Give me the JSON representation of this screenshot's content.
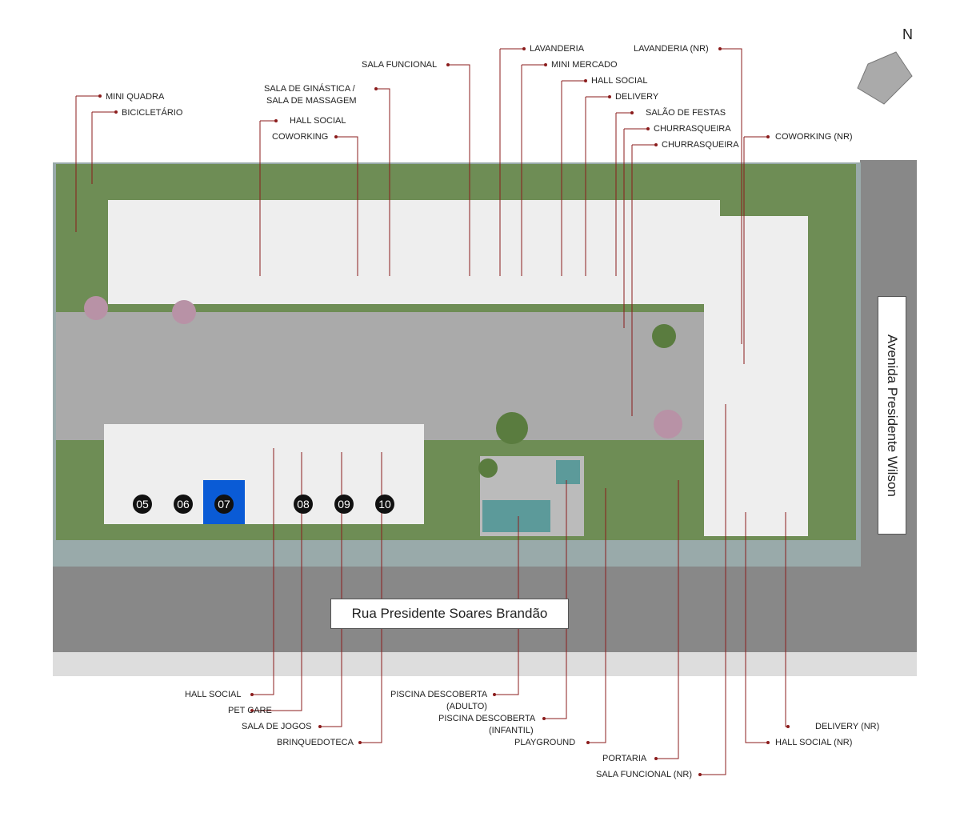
{
  "compass": "N",
  "streets": {
    "south": "Rua Presidente Soares Brandão",
    "east": "Avenida Presidente Wilson"
  },
  "units": [
    "05",
    "06",
    "07",
    "08",
    "09",
    "10"
  ],
  "highlighted_unit": "07",
  "labels_top": [
    "MINI QUADRA",
    "BICICLETÁRIO",
    "SALA DE GINÁSTICA /",
    "SALA DE MASSAGEM",
    "HALL SOCIAL",
    "COWORKING",
    "SALA FUNCIONAL",
    "LAVANDERIA",
    "MINI MERCADO",
    "HALL SOCIAL",
    "DELIVERY",
    "SALÃO DE FESTAS",
    "CHURRASQUEIRA",
    "CHURRASQUEIRA",
    "LAVANDERIA (NR)",
    "COWORKING (NR)"
  ],
  "labels_bottom": [
    "HALL SOCIAL",
    "PET CARE",
    "SALA DE JOGOS",
    "BRINQUEDOTECA",
    "PISCINA DESCOBERTA",
    "(ADULTO)",
    "PISCINA DESCOBERTA",
    "(INFANTIL)",
    "PLAYGROUND",
    "PORTARIA",
    "SALA FUNCIONAL (NR)",
    "DELIVERY (NR)",
    "HALL SOCIAL (NR)"
  ]
}
